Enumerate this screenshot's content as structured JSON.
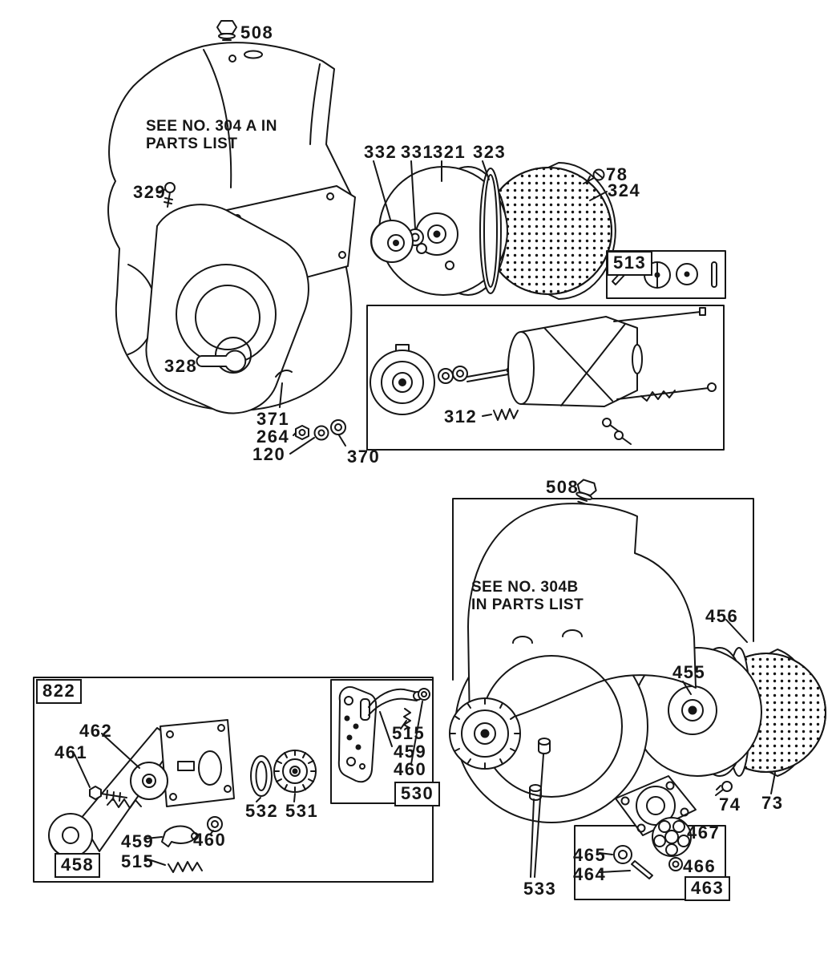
{
  "figure": {
    "background": "#ffffff",
    "ink": "#161616"
  },
  "notes": {
    "top1": "SEE NO. 304 A IN",
    "top2": "PARTS LIST",
    "bottom1": "SEE NO. 304B",
    "bottom2": "IN PARTS LIST"
  },
  "labels": {
    "l508_top": "508",
    "l329": "329",
    "l332": "332",
    "l331": "331",
    "l321": "321",
    "l323": "323",
    "l78": "78",
    "l324": "324",
    "b513": "513",
    "l328": "328",
    "l371": "371",
    "l264": "264",
    "l120": "120",
    "l370": "370",
    "l312": "312",
    "l508_bottom": "508",
    "l456": "456",
    "l455": "455",
    "b822": "822",
    "l462": "462",
    "l461": "461",
    "l515_530": "515",
    "l459_530": "459",
    "l460_530": "460",
    "b530": "530",
    "l532": "532",
    "l531": "531",
    "l74": "74",
    "l73": "73",
    "l459_822": "459",
    "l460_822": "460",
    "b458": "458",
    "l515_822": "515",
    "l467": "467",
    "l465": "465",
    "l466": "466",
    "l464": "464",
    "b463": "463",
    "l533": "533"
  }
}
